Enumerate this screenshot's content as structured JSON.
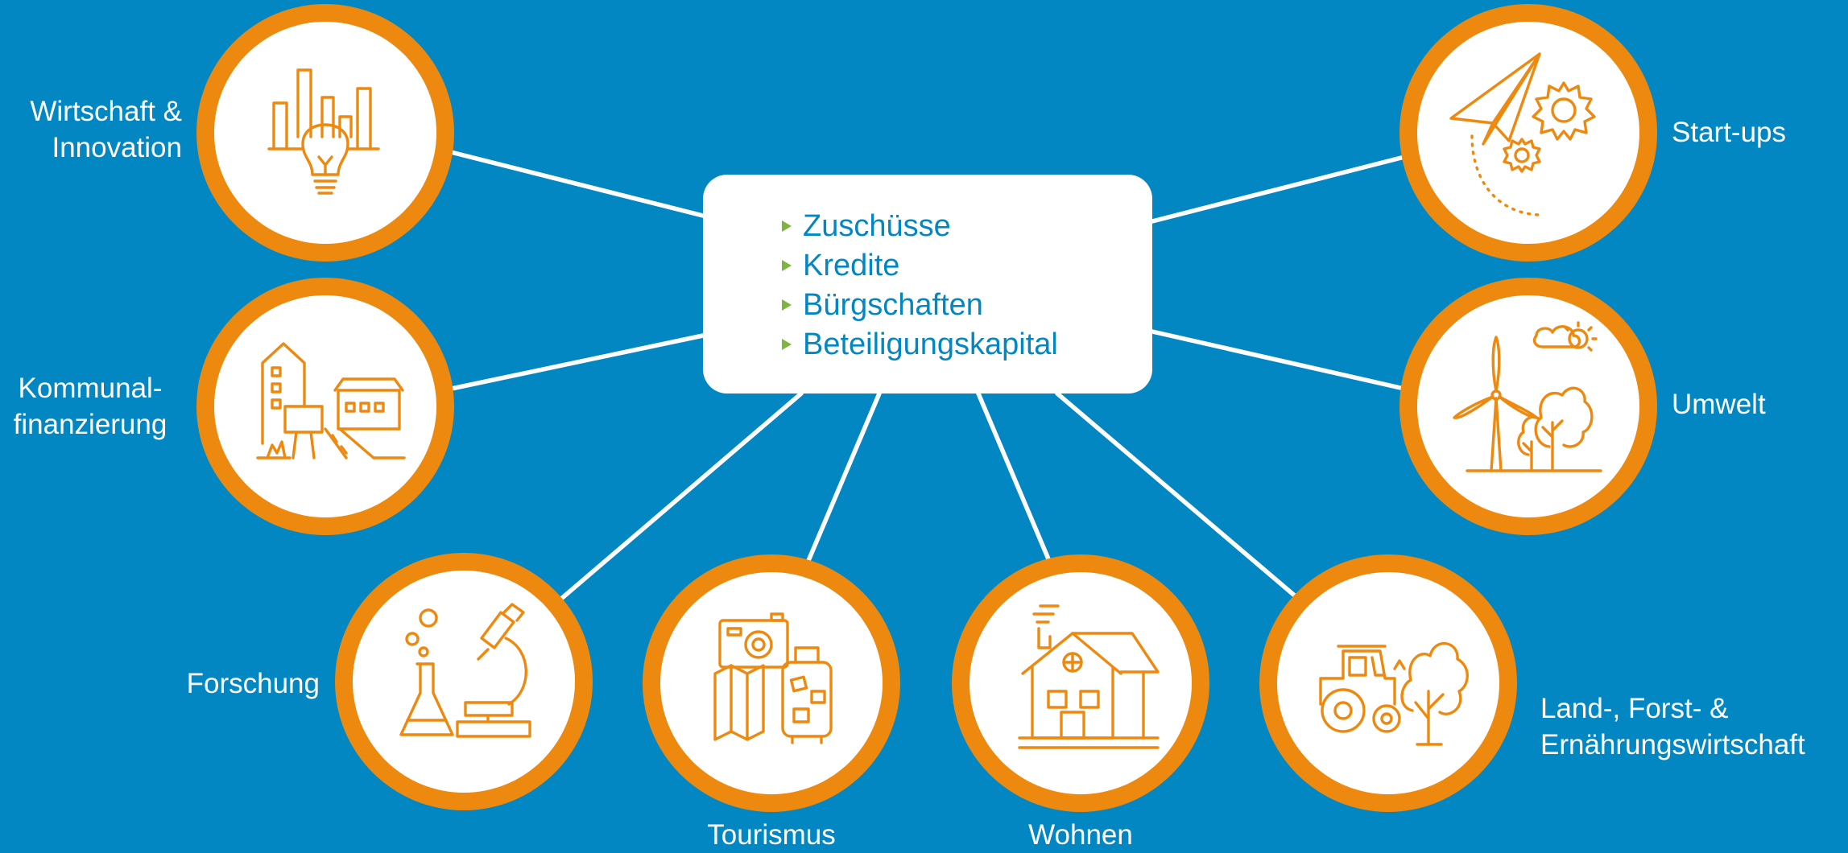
{
  "hub": {
    "items": [
      "Zuschüsse",
      "Kredite",
      "Bürgschaften",
      "Beteiligungskapital"
    ]
  },
  "nodes": {
    "wirtschaft": {
      "lines": [
        "Wirtschaft &",
        "Innovation"
      ],
      "icon": "bar-chart-lightbulb-icon"
    },
    "kommunal": {
      "lines": [
        "Kommunal-",
        "finanzierung"
      ],
      "icon": "buildings-road-icon"
    },
    "forschung": {
      "lines": [
        "Forschung"
      ],
      "icon": "microscope-flask-icon"
    },
    "tourismus": {
      "lines": [
        "Tourismus"
      ],
      "icon": "camera-suitcase-map-icon"
    },
    "wohnen": {
      "lines": [
        "Wohnen"
      ],
      "icon": "house-icon"
    },
    "land": {
      "lines": [
        "Land-, Forst- &",
        "Ernährungswirtschaft"
      ],
      "icon": "tractor-tree-icon"
    },
    "umwelt": {
      "lines": [
        "Umwelt"
      ],
      "icon": "wind-turbine-tree-icon"
    },
    "startups": {
      "lines": [
        "Start-ups"
      ],
      "icon": "paper-plane-gears-icon"
    }
  },
  "colors": {
    "background": "#0287C3",
    "ring": "#EE8910",
    "bullet": "#7DB53F",
    "hub_text": "#0287C3",
    "label_text": "#FFFFFF"
  }
}
